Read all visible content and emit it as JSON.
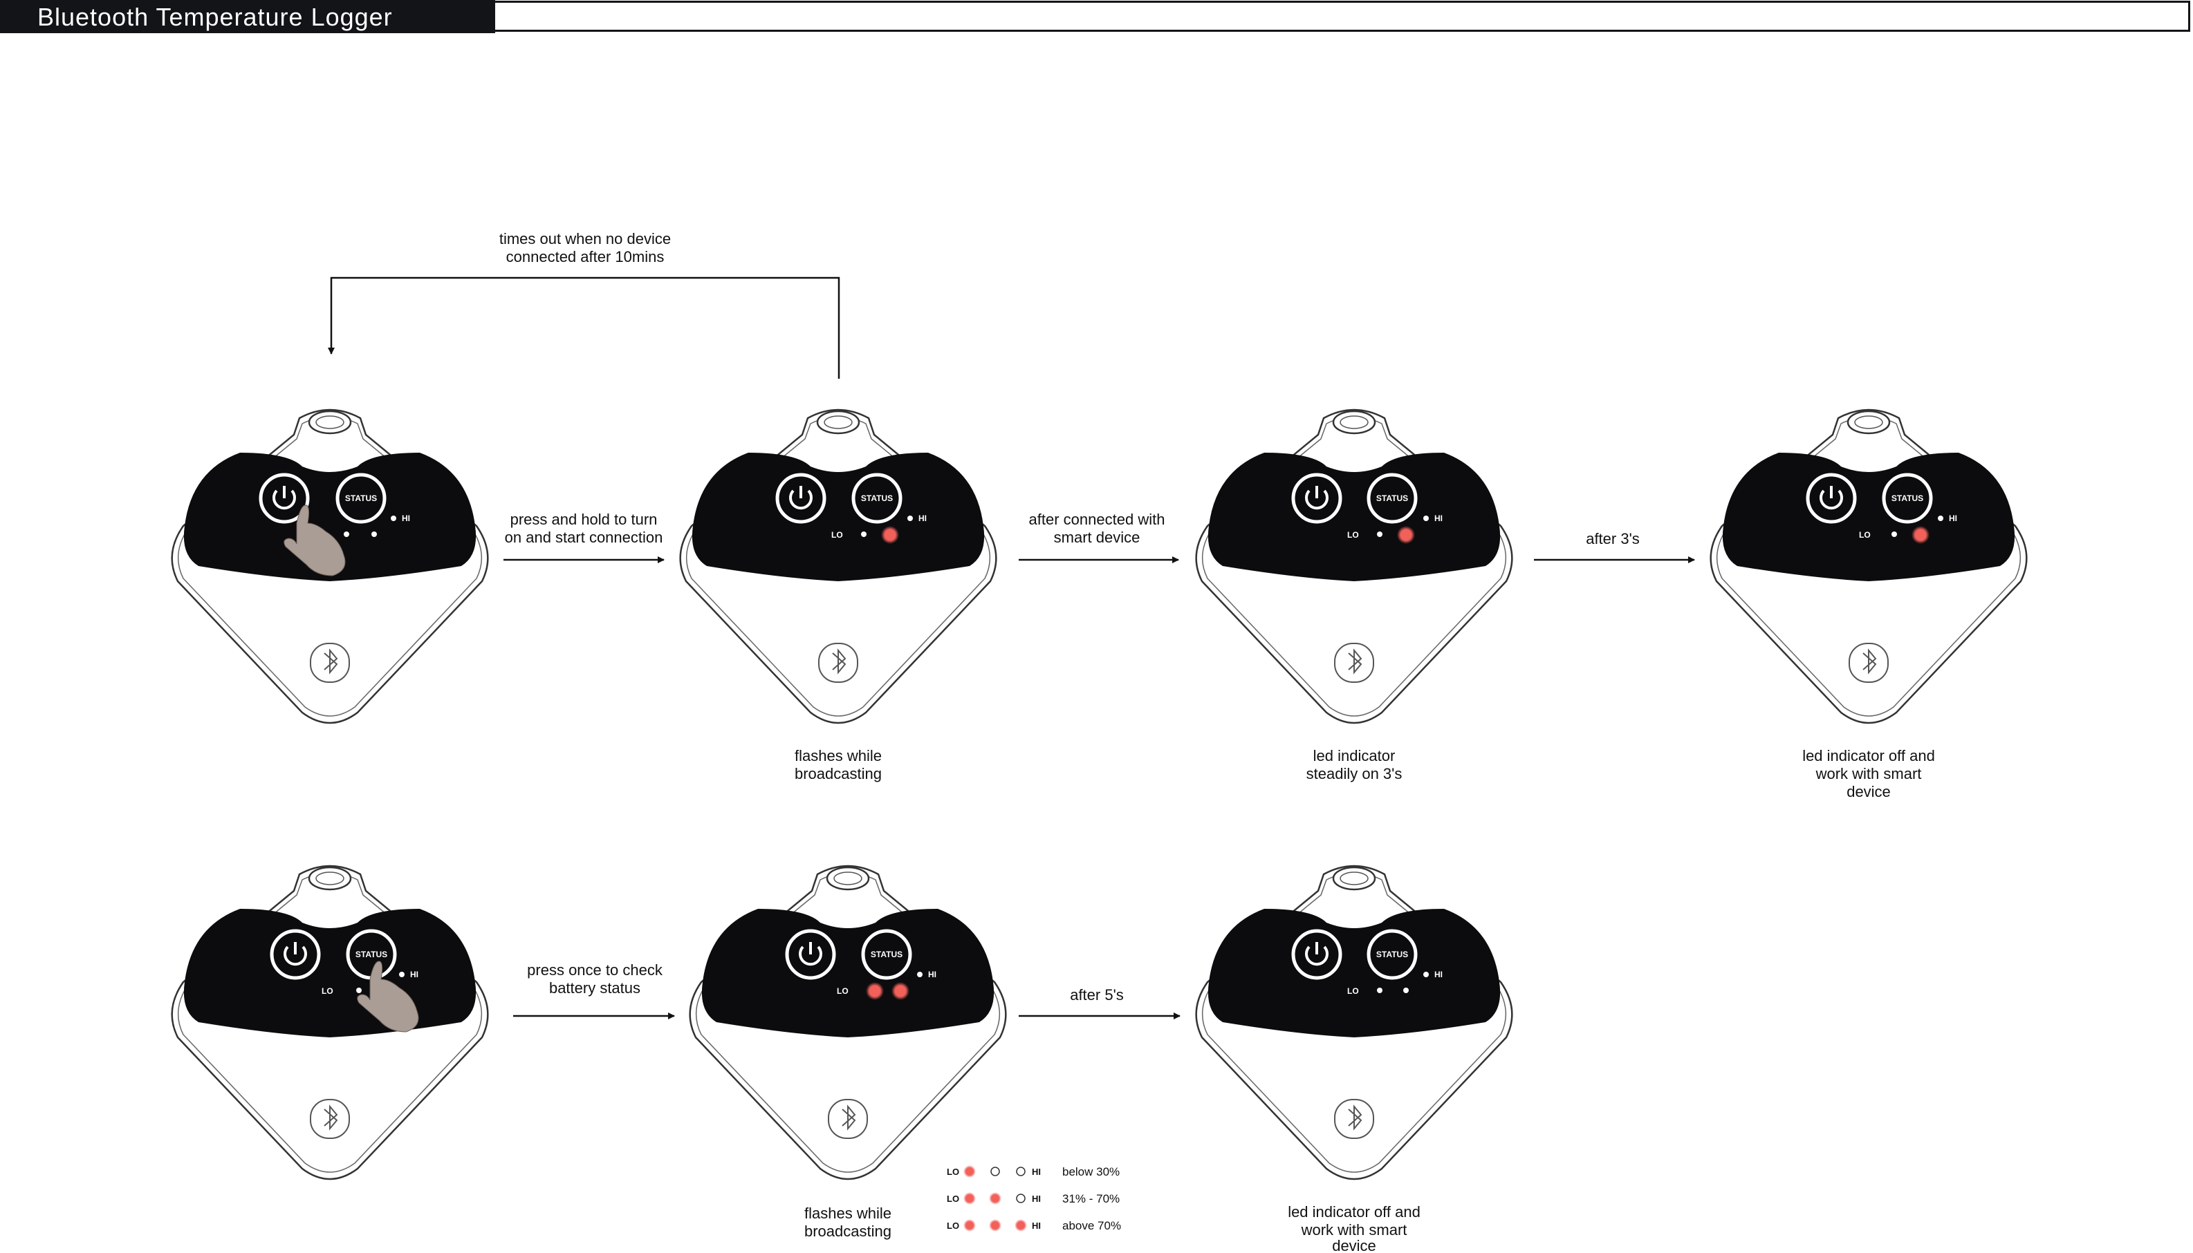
{
  "title": "Bluetooth Temperature Logger",
  "device": {
    "power_button_icon": "power-icon",
    "status_label": "STATUS",
    "hi_label": "HI",
    "lo_label": "LO",
    "bluetooth_icon": "bluetooth-icon",
    "led_on_color": "#f2605a",
    "screen_color": "#0c0c0e"
  },
  "row1": {
    "loop_label_line1": "times out when no device",
    "loop_label_line2": "connected after 10mins",
    "arrow1_line1": "press and hold to turn",
    "arrow1_line2": "on and start connection",
    "arrow2_line1": "after connected with",
    "arrow2_line2": "smart device",
    "arrow3_line1": "after 3's",
    "caption2_line1": "flashes while",
    "caption2_line2": "broadcasting",
    "caption3_line1": "led indicator",
    "caption3_line2": "steadily on 3's",
    "caption4_line1": "led indicator off and",
    "caption4_line2": "work with smart",
    "caption4_line3": "device"
  },
  "row2": {
    "arrow1_line1": "press once to check",
    "arrow1_line2": "battery status",
    "arrow2_line1": "after 5's",
    "caption2_line1": "flashes while",
    "caption2_line2": "broadcasting",
    "caption3_line1": "led indicator off and",
    "caption3_line2": "work with smart",
    "caption3_line3": "device"
  },
  "battery_legend": {
    "lo": "LO",
    "hi": "HI",
    "rows": [
      {
        "label": "below 30%",
        "lit": 1
      },
      {
        "label": "31% - 70%",
        "lit": 2
      },
      {
        "label": "above 70%",
        "lit": 3
      }
    ]
  }
}
